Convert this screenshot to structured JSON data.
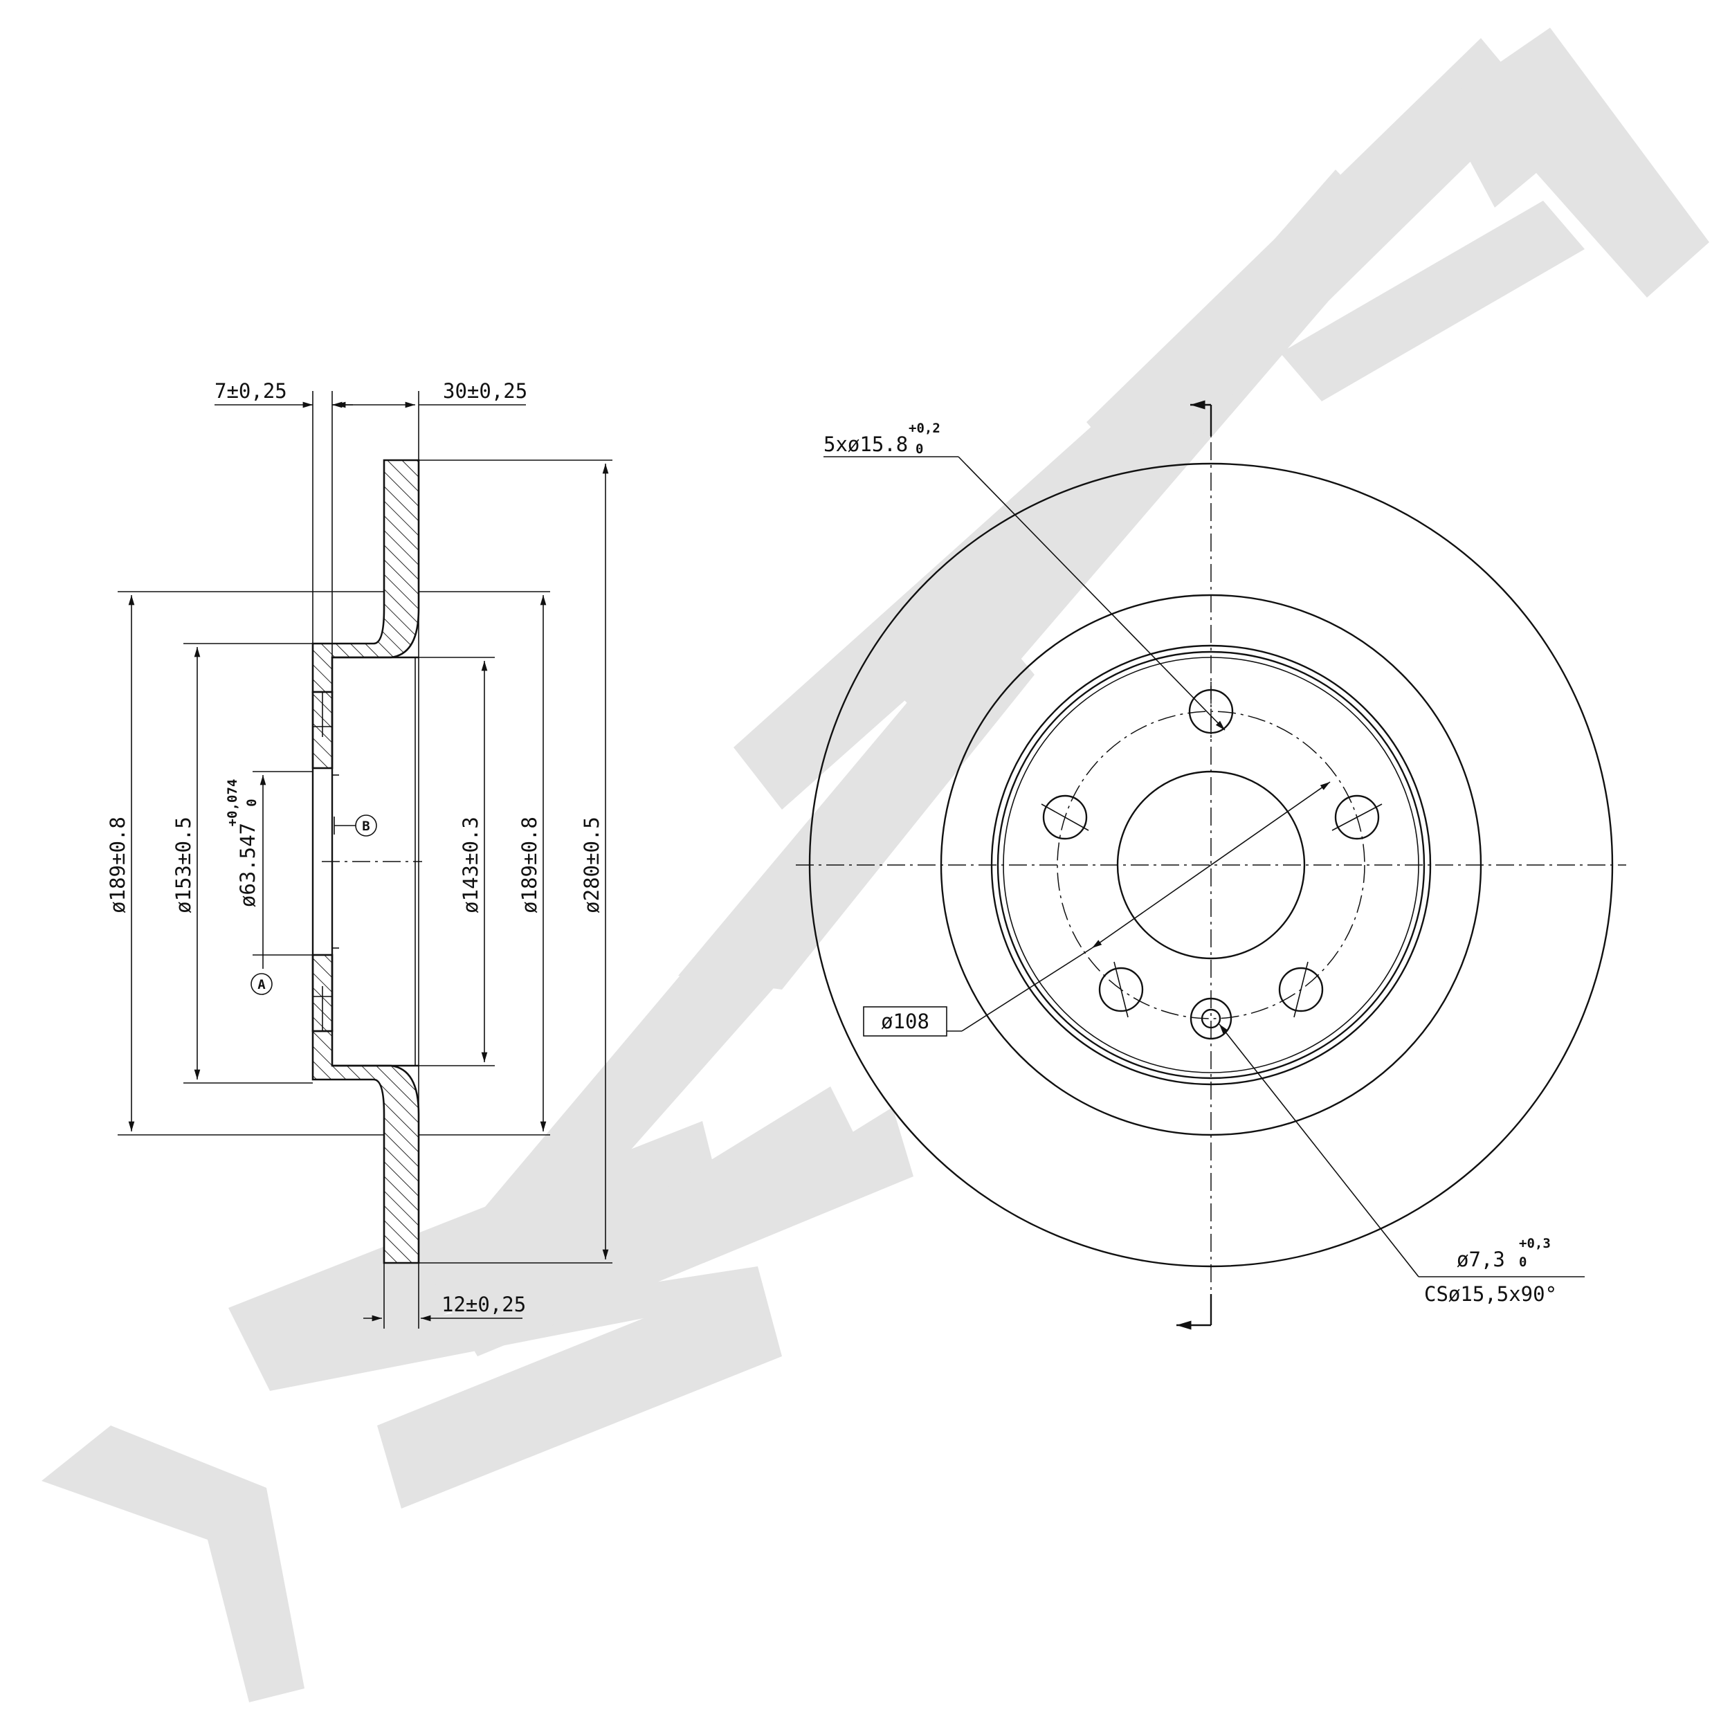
{
  "drawing": {
    "watermark_text": "ZENTEK",
    "side_view": {
      "dim_offset": "7±0,25",
      "dim_overall_height": "30±0,25",
      "dim_thickness": "12±0,25",
      "dia_outer_left": "ø189±0.8",
      "dia_hat": "ø153±0.5",
      "dia_center_bore": "ø63.547",
      "dia_center_bore_tol_upper": "+0,074",
      "dia_center_bore_tol_lower": "0",
      "dia_inner_ring": "ø143±0.3",
      "dia_friction_inner": "ø189±0.8",
      "dia_outer": "ø280±0.5",
      "datum_a": "A",
      "datum_b": "B"
    },
    "front_view": {
      "bolt_holes": "5xø15.8",
      "bolt_holes_tol_upper": "+0,2",
      "bolt_holes_tol_lower": "0",
      "pcd": "ø108",
      "small_hole": "ø7,3",
      "small_hole_tol_upper": "+0,3",
      "small_hole_tol_lower": "0",
      "countersink": "CSø15,5x90°"
    }
  }
}
